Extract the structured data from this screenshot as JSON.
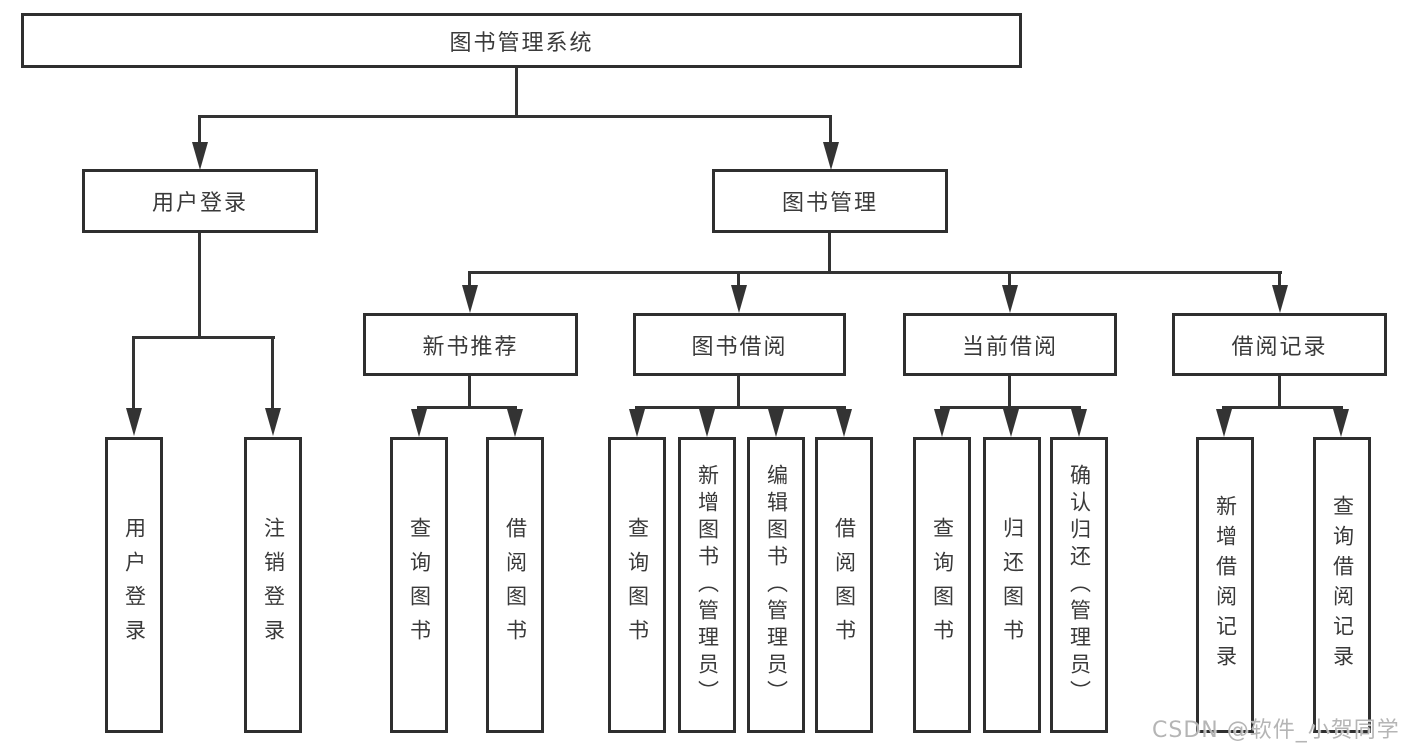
{
  "colors": {
    "background": "#ffffff",
    "line": "#333333",
    "box_border": "#2f2f2f",
    "text": "#3a3a3a",
    "watermark": "#b5b5b5"
  },
  "watermark": {
    "text": "CSDN @软件_小贺同学"
  },
  "tree": {
    "root": {
      "label": "图书管理系统"
    },
    "branches": [
      {
        "label": "用户登录",
        "children": [
          {
            "label": "用户登录"
          },
          {
            "label": "注销登录"
          }
        ]
      },
      {
        "label": "图书管理",
        "children": [
          {
            "label": "新书推荐",
            "children": [
              {
                "label": "查询图书"
              },
              {
                "label": "借阅图书"
              }
            ]
          },
          {
            "label": "图书借阅",
            "children": [
              {
                "label": "查询图书"
              },
              {
                "label": "新增图书（管理员）"
              },
              {
                "label": "编辑图书（管理员）"
              },
              {
                "label": "借阅图书"
              }
            ]
          },
          {
            "label": "当前借阅",
            "children": [
              {
                "label": "查询图书"
              },
              {
                "label": "归还图书"
              },
              {
                "label": "确认归还（管理员）"
              }
            ]
          },
          {
            "label": "借阅记录",
            "children": [
              {
                "label": "新增借阅记录"
              },
              {
                "label": "查询借阅记录"
              }
            ]
          }
        ]
      }
    ]
  }
}
